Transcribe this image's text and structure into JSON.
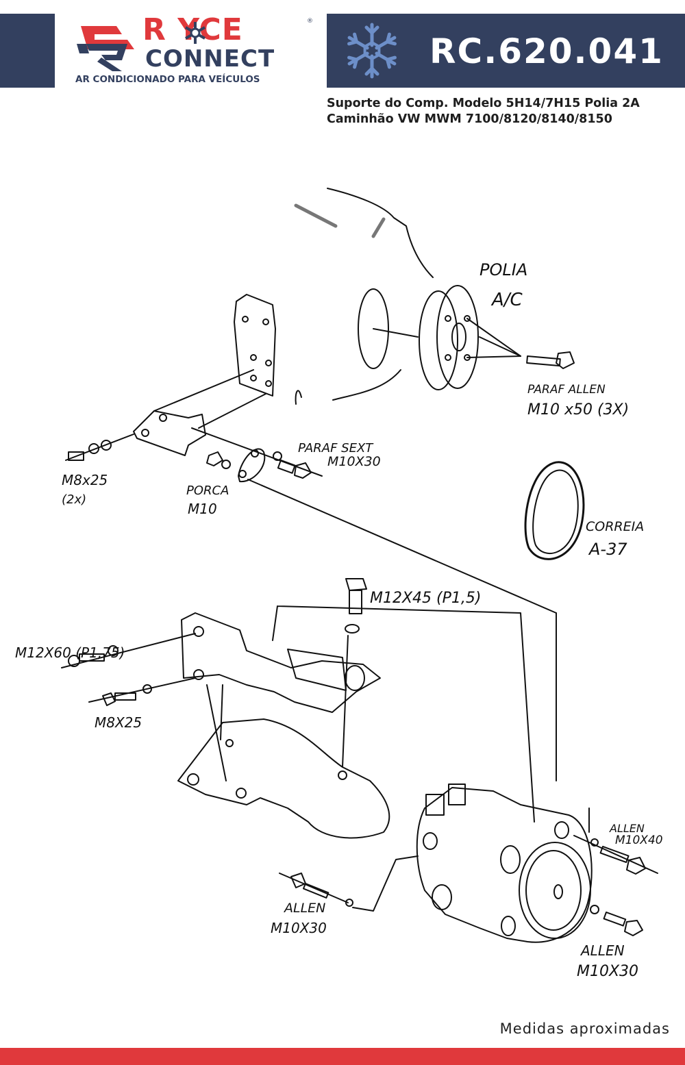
{
  "brand": {
    "name_top": "R  YCE",
    "name_bottom": "CONNECT",
    "registered_mark": "®",
    "tagline": "AR CONDICIONADO PARA VEÍCULOS",
    "colors": {
      "navy": "#33405f",
      "red": "#e0393c",
      "ice": "#6d8fc9"
    }
  },
  "header": {
    "icon": "snowflake-icon",
    "code": "RC.620.041"
  },
  "subtitle": {
    "line1": "Suporte do Comp. Modelo 5H14/7H15 Polia 2A",
    "line2": "Caminhão VW MWM 7100/8120/8140/8150"
  },
  "diagram_labels": {
    "polia_1": "POLIA",
    "polia_2": "A/C",
    "paraf_allen": "PARAF ALLEN",
    "m10x50": "M10 x50 (3X)",
    "paraf_sext": "PARAF SEXT",
    "m10x30_sext": "M10X30",
    "m8x25_2x_1": "M8x25",
    "m8x25_2x_2": "(2x)",
    "porca_1": "PORCA",
    "porca_2": "M10",
    "correia_1": "CORREIA",
    "correia_2": "A-37",
    "m12x45": "M12X45 (P1,5)",
    "m12x60": "M12X60 (P1,75)",
    "m8x25": "M8X25",
    "allen_m10x40_1": "ALLEN",
    "allen_m10x40_2": "M10X40",
    "allen_left_1": "ALLEN",
    "allen_left_2": "M10X30",
    "allen_right_1": "ALLEN",
    "allen_right_2": "M10X30"
  },
  "footer": {
    "note": "Medidas aproximadas"
  }
}
